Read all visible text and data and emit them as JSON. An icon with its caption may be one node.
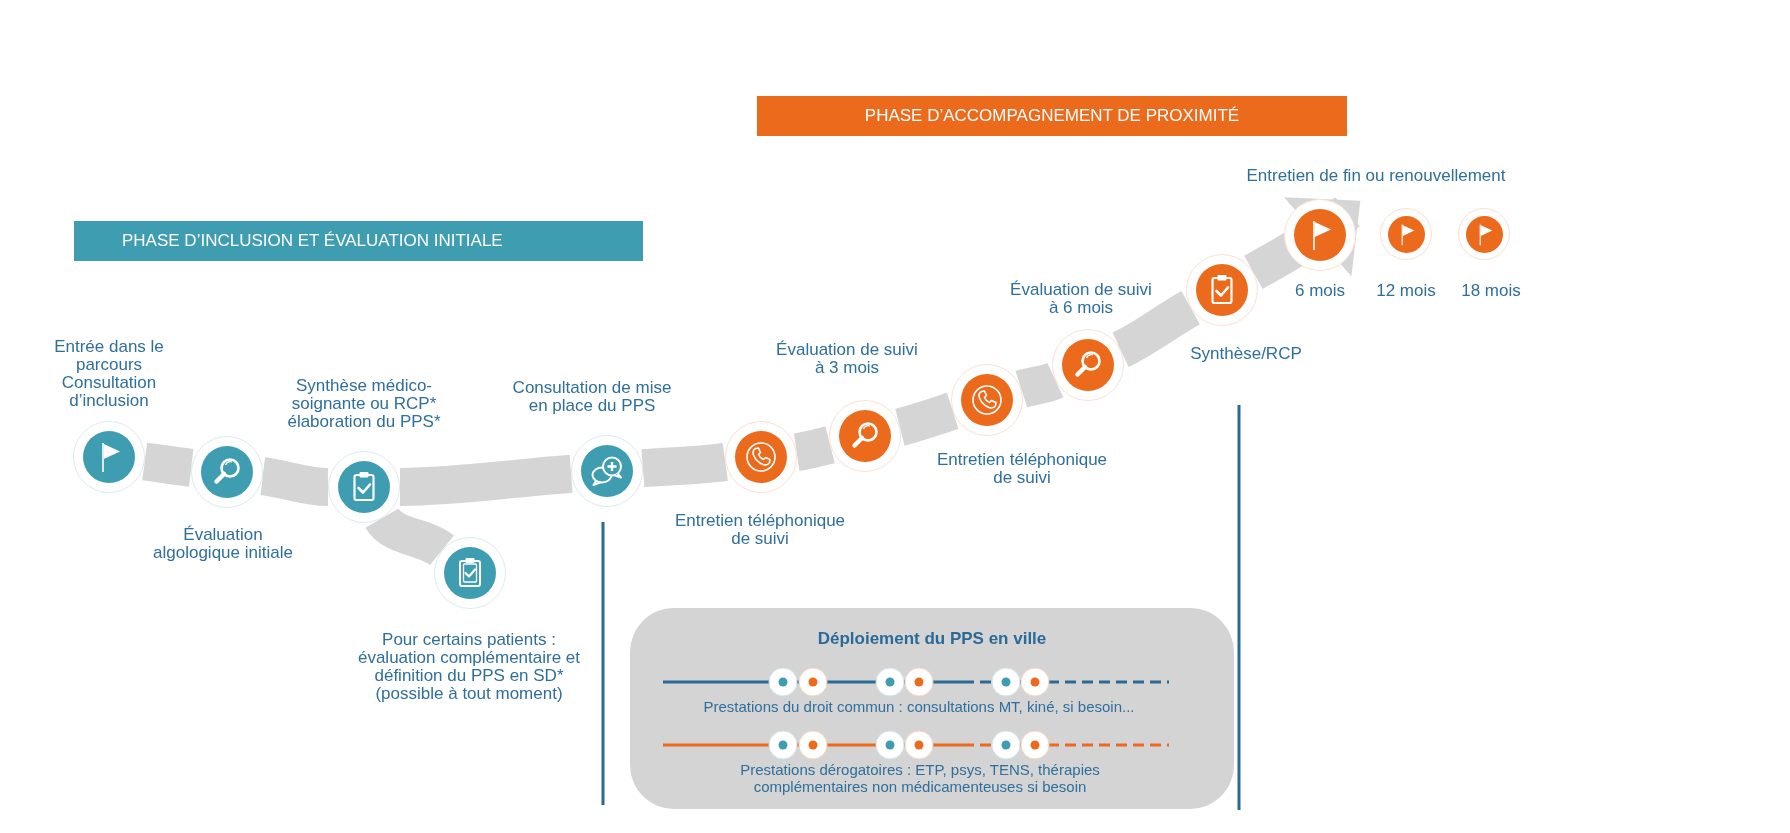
{
  "diagram": {
    "nodes": [
      {
        "text": [
          "PHASE D’INCLUSION ET ÉVALUATION INITIALE"
        ]
      },
      {
        "text": [],
        "shape": "circle",
        "beside": [
          "Entrée dans le parcours",
          "Consultation d’inclusion"
        ]
      },
      {
        "text": [],
        "shape": "circle",
        "beside": [
          "Évaluation algologique initiale"
        ]
      },
      {
        "text": [],
        "shape": "circle",
        "beside": [
          "Synthèse médico-soignante ou RCP* élaboration du PPS*"
        ]
      },
      {
        "text": [],
        "shape": "circle",
        "beside": [
          "Pour certains patients : évaluation complémentaire et définition du PPS en SD*",
          "(possible à tout moment)"
        ]
      },
      {
        "text": [],
        "shape": "circle",
        "beside": [
          "Consultation de mise en place du PPS"
        ]
      },
      {
        "text": [
          "PHASE D’ACCOMPAGNEMENT DE PROXIMITÉ"
        ]
      },
      {
        "text": [],
        "shape": "circle",
        "beside": [
          "Entretien téléphonique de suivi"
        ]
      },
      {
        "text": [],
        "shape": "circle",
        "beside": [
          "Évaluation de suivi à 3 mois"
        ]
      },
      {
        "text": [],
        "shape": "circle",
        "beside": [
          "Entretien téléphonique de suivi"
        ]
      },
      {
        "text": [],
        "shape": "circle",
        "beside": [
          "Évaluation de suivi à 6 mois"
        ]
      },
      {
        "text": [],
        "shape": "circle",
        "beside": [
          "Synthèse/RCP"
        ]
      },
      {
        "text": [],
        "shape": "circle",
        "beside": [
          "6 mois"
        ]
      },
      {
        "text": [],
        "shape": "circle",
        "beside": [
          "12 mois"
        ]
      },
      {
        "text": [],
        "shape": "circle",
        "beside": [
          "18 mois"
        ]
      },
      {
        "text": [
          "Déploiement du PPS en ville",
          "Prestations du droit commun : consultations MT, kiné, si besoin...",
          "Prestations dérogatoires : ETP, psys, TENS, thérapies complémentaires non médicamenteuses si besoin"
        ]
      }
    ],
    "edges": [
      {
        "from": 1,
        "to": 2,
        "arrow": "none"
      },
      {
        "from": 2,
        "to": 3,
        "arrow": "none"
      },
      {
        "from": 3,
        "to": 5,
        "arrow": "none"
      },
      {
        "from": 3,
        "to": 4,
        "arrow": "none"
      },
      {
        "from": 5,
        "to": 7,
        "arrow": "none"
      },
      {
        "from": 7,
        "to": 8,
        "arrow": "none"
      },
      {
        "from": 8,
        "to": 9,
        "arrow": "none"
      },
      {
        "from": 9,
        "to": 10,
        "arrow": "none"
      },
      {
        "from": 10,
        "to": 11,
        "arrow": "none"
      },
      {
        "from": 11,
        "to": 12,
        "arrow": "to"
      }
    ],
    "labels": [
      "Entretien de fin ou renouvellement"
    ]
  }
}
